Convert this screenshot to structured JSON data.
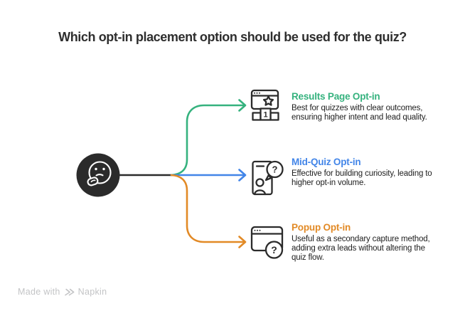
{
  "title": "Which opt-in placement option should be used for the quiz?",
  "colors": {
    "node": "#2b2b2b",
    "line": "#2b2b2b",
    "title_text": "#2e2e2e",
    "body_text": "#1d1d1d",
    "footer_text": "#c3c4c6"
  },
  "center_node": {
    "icon": "thinking-face-icon"
  },
  "branches": [
    {
      "label": "Results Page Opt-in",
      "description": "Best for quizzes with clear outcomes,\nensuring higher intent and lead quality.",
      "color": "#35b27e",
      "icon": "results-page-opt-in-icon",
      "badge_number": "1"
    },
    {
      "label": "Mid-Quiz Opt-in",
      "description": "Effective for building curiosity, leading to\nhigher opt-in volume.",
      "color": "#4285e8",
      "icon": "mid-quiz-opt-in-icon",
      "question_mark": "?"
    },
    {
      "label": "Popup Opt-in",
      "description": "Useful as a secondary capture method,\nadding extra leads without altering the\nquiz flow.",
      "color": "#e28a26",
      "icon": "popup-opt-in-icon",
      "question_mark": "?"
    }
  ],
  "footer": {
    "made_with": "Made with",
    "brand": "Napkin"
  }
}
